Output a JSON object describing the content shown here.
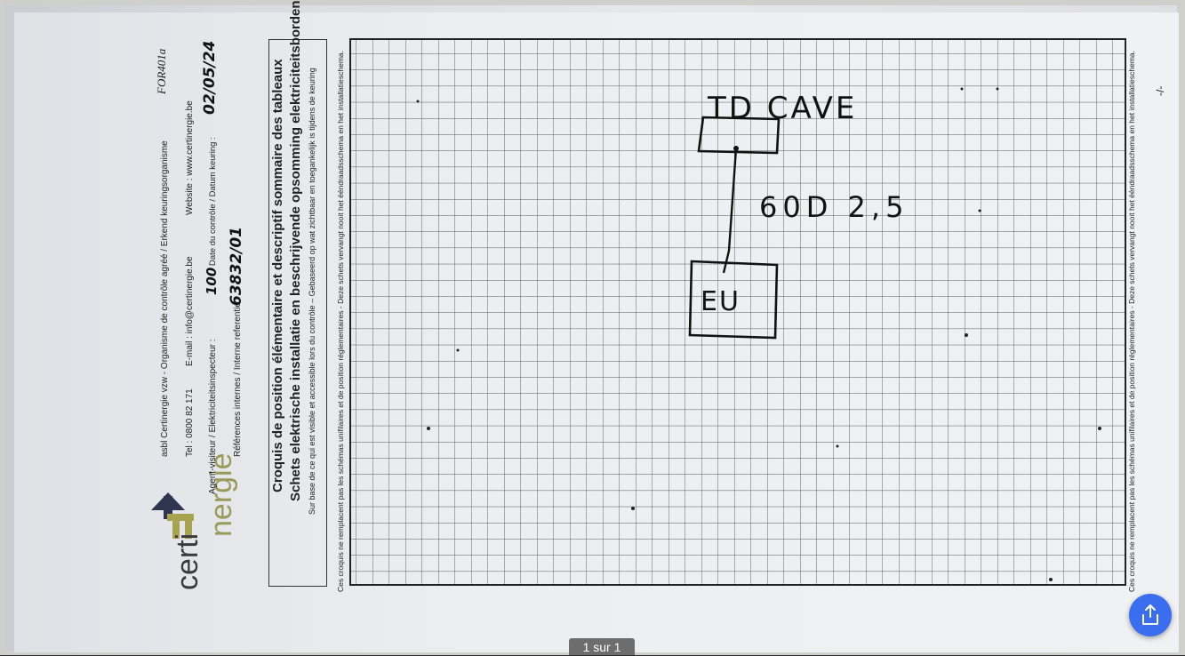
{
  "document": {
    "form_code": "FOR401a",
    "logo": {
      "certi": "certi",
      "nergie": "nergie"
    },
    "org_line": "asbl Certinergie vzw  -     Organisme de contrôle agréé / Erkend keuringsorganisme",
    "tel": "Tel : 0800 82 171",
    "email": "E-mail : info@certinergie.be",
    "website": "Website : www.certinergie.be",
    "agent_label": "Agent-visiteur / Elektriciteitsinspecteur :",
    "agent_value": "100",
    "date_label": "Date du contrôle / Datum keuring :",
    "date_value": "02/05/24",
    "ref_label": "Références internes / Interne referentie :",
    "ref_value": "63832/01",
    "title_fr": "Croquis de position élémentaire et descriptif sommaire des tableaux",
    "title_nl": "Schets elektrische installatie en beschrijvende opsomming elektriciteitsborden",
    "subtitle": "Sur base de ce qui est visible et accessible lors du contrôle – Gebaseerd op wat zichtbaar en toegankelijk is tijdens de keuring",
    "footer_text": "Ces croquis ne remplacent pas les schémas unifilaires et de position réglementaires - Deze schets vervangt nooit het ééndraadsschema en het installatieschema.",
    "page_mark": "-/-"
  },
  "sketch": {
    "label_top_board": "TD CAVE",
    "label_cable": "60D 2,5",
    "label_bottom_board": "EU"
  },
  "viewer": {
    "page_indicator": "1 sur 1",
    "share_icon": "share-upload-icon",
    "accent_color": "#3b6df1"
  }
}
